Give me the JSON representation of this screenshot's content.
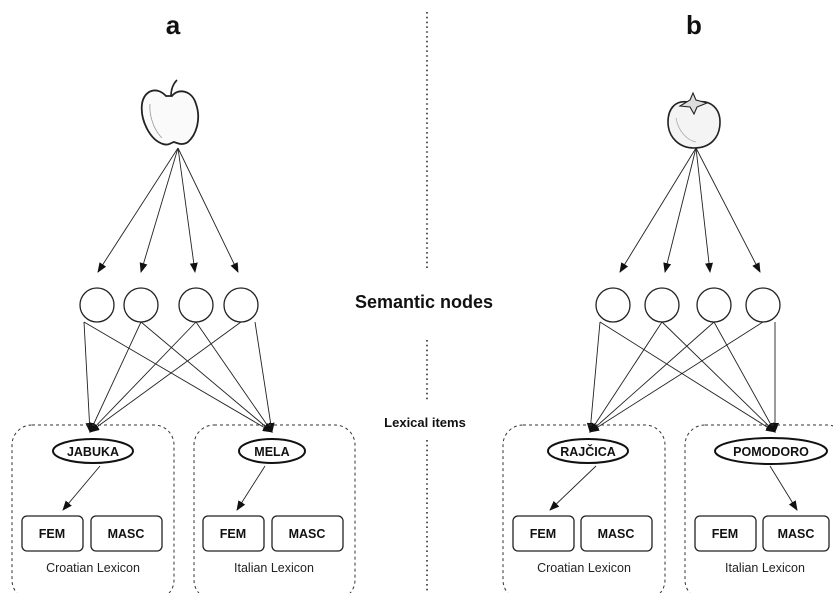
{
  "panels": [
    {
      "letter": "a",
      "image": "apple-icon",
      "words": [
        {
          "word": "JABUKA",
          "lexicon": "Croatian Lexicon",
          "genders": [
            "FEM",
            "MASC"
          ],
          "selected": "FEM"
        },
        {
          "word": "MELA",
          "lexicon": "Italian Lexicon",
          "genders": [
            "FEM",
            "MASC"
          ],
          "selected": "FEM"
        }
      ]
    },
    {
      "letter": "b",
      "image": "tomato-icon",
      "words": [
        {
          "word": "RAJČICA",
          "lexicon": "Croatian Lexicon",
          "genders": [
            "FEM",
            "MASC"
          ],
          "selected": "FEM"
        },
        {
          "word": "POMODORO",
          "lexicon": "Italian Lexicon",
          "genders": [
            "FEM",
            "MASC"
          ],
          "selected": "MASC"
        }
      ]
    }
  ],
  "labels": {
    "semantic_nodes": "Semantic nodes",
    "lexical_items": "Lexical items"
  }
}
